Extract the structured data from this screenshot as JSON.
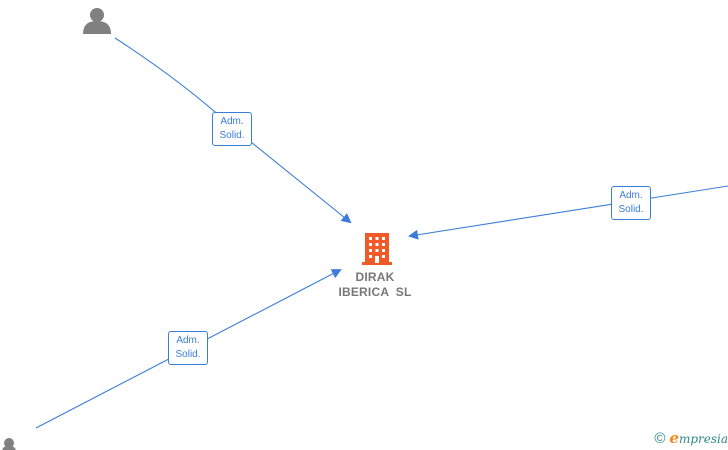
{
  "company": {
    "name_line1": "DIRAK",
    "name_line2": "IBERICA  SL",
    "icon": "building-icon",
    "color": "#f05a28"
  },
  "relations": [
    {
      "label_line1": "Adm.",
      "label_line2": "Solid.",
      "person_icon": "person-icon"
    },
    {
      "label_line1": "Adm.",
      "label_line2": "Solid.",
      "person_icon": "person-icon"
    },
    {
      "label_line1": "Adm.",
      "label_line2": "Solid.",
      "person_icon": "person-icon"
    }
  ],
  "colors": {
    "edge": "#3b7dd8",
    "person": "#808080",
    "company_label": "#777777"
  },
  "brand": {
    "copyright_symbol": "©",
    "wordmark_initial": "e",
    "wordmark_rest": "mpresia"
  }
}
